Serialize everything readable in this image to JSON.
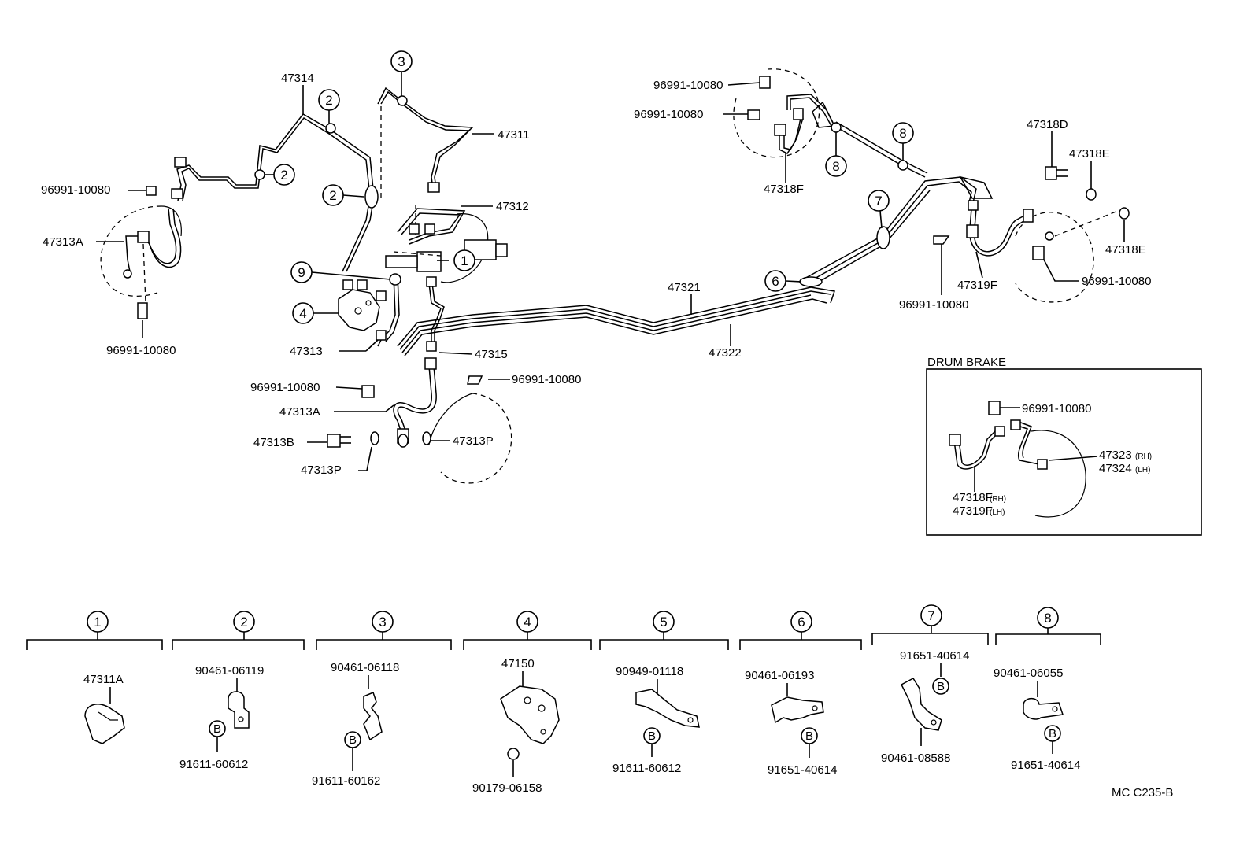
{
  "labels": {
    "p47314": "47314",
    "p47311": "47311",
    "p47312": "47312",
    "p47313A_top": "47313A",
    "p96991_a": "96991-10080",
    "p96991_b": "96991-10080",
    "p47313": "47313",
    "p47315": "47315",
    "p96991_c": "96991-10080",
    "p96991_d": "96991-10080",
    "p47313A_bot": "47313A",
    "p47313B": "47313B",
    "p47313P_l": "47313P",
    "p47313P_r": "47313P",
    "p47321": "47321",
    "p47322": "47322",
    "p96991_e": "96991-10080",
    "p96991_f": "96991-10080",
    "p47318F": "47318F",
    "p47318D": "47318D",
    "p47318E_a": "47318E",
    "p47318E_b": "47318E",
    "p96991_g": "96991-10080",
    "p47319F": "47319F",
    "p96991_h": "96991-10080"
  },
  "drum_brake": {
    "title": "DRUM BRAKE",
    "p96991": "96991-10080",
    "p47323": "47323",
    "p47323_side": "(RH)",
    "p47324": "47324",
    "p47324_side": "(LH)",
    "p47318F": "47318F",
    "p47318F_side": "(RH)",
    "p47319F": "47319F",
    "p47319F_side": "(LH)"
  },
  "callouts": {
    "c1": "1",
    "c2a": "2",
    "c2b": "2",
    "c2c": "2",
    "c3": "3",
    "c4": "4",
    "c6": "6",
    "c7": "7",
    "c8a": "8",
    "c8b": "8",
    "c9": "9"
  },
  "groups": [
    {
      "num": "1",
      "parts": [
        "47311A"
      ]
    },
    {
      "num": "2",
      "parts": [
        "90461-06119",
        "B",
        "91611-60612"
      ]
    },
    {
      "num": "3",
      "parts": [
        "90461-06118",
        "B",
        "91611-60162"
      ]
    },
    {
      "num": "4",
      "parts": [
        "47150",
        "90179-06158"
      ]
    },
    {
      "num": "5",
      "parts": [
        "90949-01118",
        "B",
        "91611-60612"
      ]
    },
    {
      "num": "6",
      "parts": [
        "90461-06193",
        "B",
        "91651-40614"
      ]
    },
    {
      "num": "7",
      "parts": [
        "91651-40614",
        "B",
        "90461-08588"
      ]
    },
    {
      "num": "8",
      "parts": [
        "90461-06055",
        "B",
        "91651-40614"
      ]
    }
  ],
  "code": "MC C235-B"
}
